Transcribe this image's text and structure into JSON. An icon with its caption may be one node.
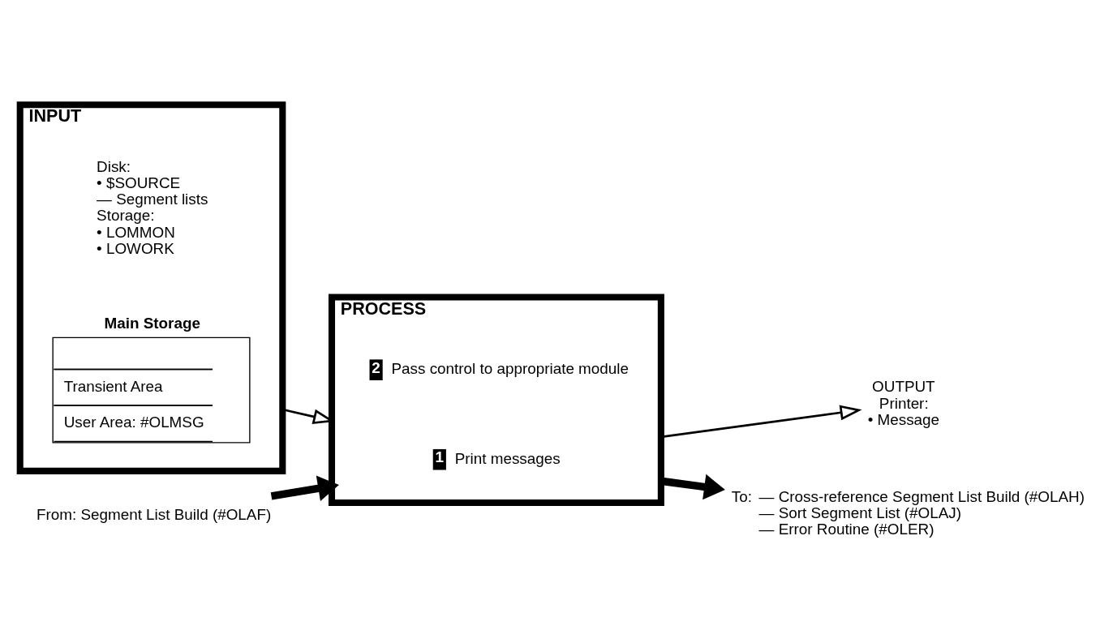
{
  "diagram": {
    "nodes": [
      {
        "text": [
          "INPUT",
          "Disk:",
          "• $SOURCE",
          "— Segment lists",
          "Storage:",
          "• LOMMON",
          "• LOWORK"
        ]
      },
      {
        "text": [
          "Main Storage",
          "Transient Area",
          "User Area: #OLMSG"
        ],
        "in": 0
      },
      {
        "text": [
          "PROCESS"
        ]
      },
      {
        "text": [
          "1",
          "Print messages"
        ],
        "in": 2
      },
      {
        "text": [
          "2",
          "Pass control to appropriate module"
        ],
        "in": 2
      },
      {
        "text": [
          "OUTPUT",
          "Printer:",
          "• Message"
        ]
      },
      {
        "text": [
          "From: Segment List Build (#OLAF)"
        ]
      },
      {
        "text": [
          "To:",
          "— Cross-reference Segment List Build (#OLAH)",
          "— Sort Segment List (#OLAJ)",
          "— Error Routine (#OLER)"
        ]
      }
    ],
    "edges": [
      {
        "from": 0,
        "to": 2,
        "arrow": "to"
      },
      {
        "from": 2,
        "to": 5,
        "arrow": "to"
      },
      {
        "from": 6,
        "to": 2,
        "arrow": "to",
        "style": "thick"
      },
      {
        "from": 2,
        "to": 7,
        "arrow": "to",
        "style": "thick"
      }
    ]
  }
}
